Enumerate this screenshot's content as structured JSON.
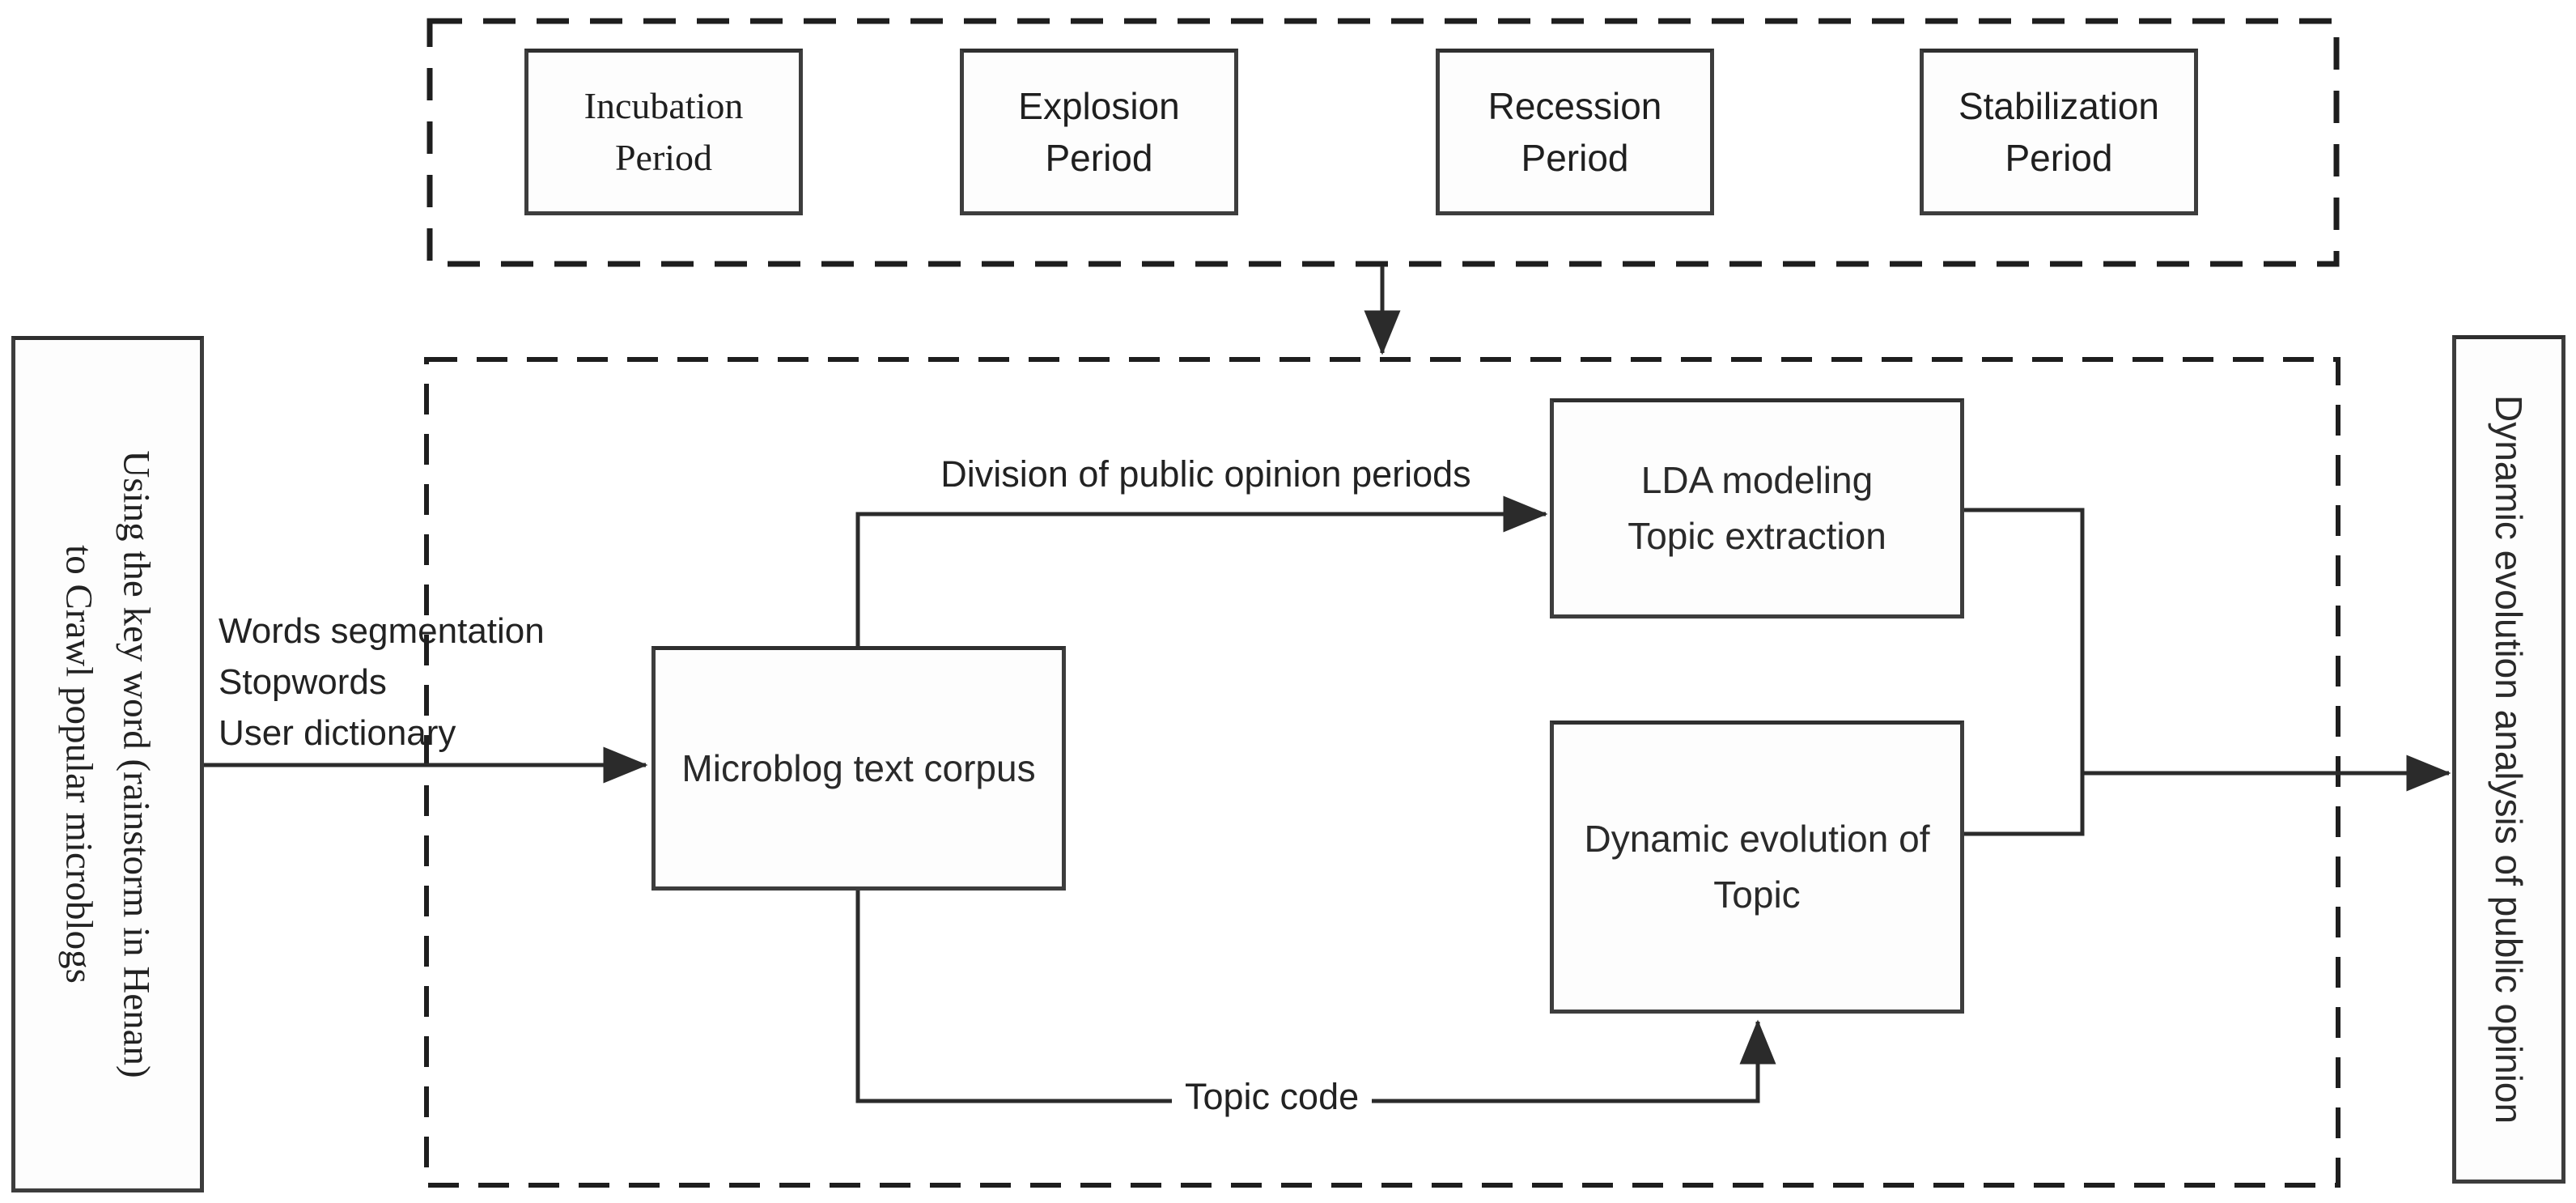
{
  "lifecycle_panel": {
    "periods": [
      {
        "line1": "Incubation",
        "line2": "Period"
      },
      {
        "line1": "Explosion",
        "line2": "Period"
      },
      {
        "line1": "Recession",
        "line2": "Period"
      },
      {
        "line1": "Stabilization",
        "line2": "Period"
      }
    ]
  },
  "input_box": {
    "lines": [
      "Using the key word (rainstorm in Henan)",
      "to Crawl popular microblogs"
    ]
  },
  "output_box": {
    "text": "Dynamic evolution analysis of public opinion"
  },
  "nodes": {
    "microblog": {
      "text": "Microblog text corpus"
    },
    "lda": {
      "lines": [
        "LDA modeling",
        "Topic extraction"
      ]
    },
    "topic_evolution": {
      "lines": [
        "Dynamic evolution of",
        "Topic"
      ]
    }
  },
  "labels": {
    "preprocessing": [
      "Words segmentation",
      "Stopwords",
      "User dictionary"
    ],
    "division": "Division of public opinion periods",
    "topic_code": "Topic code"
  },
  "colors": {
    "line": "#2b2b2b",
    "box_border": "#3d3d3d",
    "dashed_border": "#1e1e1e",
    "background": "#ffffff",
    "text": "#1f1f1f"
  }
}
